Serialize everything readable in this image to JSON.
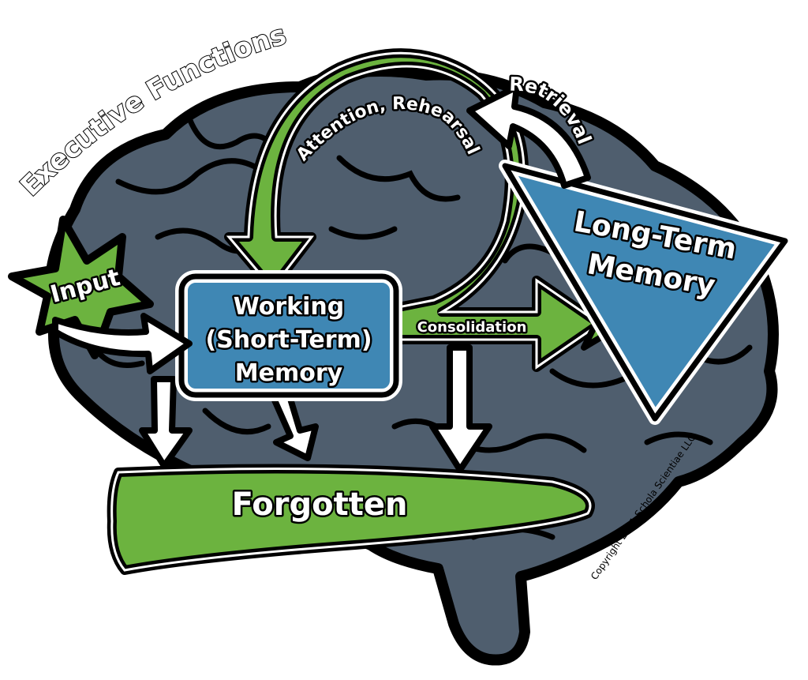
{
  "title": "Executive Functions",
  "labels": {
    "input": "Input",
    "working_line1": "Working",
    "working_line2": "(Short-Term)",
    "working_line3": "Memory",
    "long_term_line1": "Long-Term",
    "long_term_line2": "Memory",
    "attention": "Attention, Rehearsal",
    "consolidation": "Consolidation",
    "retrieval": "Retrieval",
    "forgotten": "Forgotten"
  },
  "copyright": "Copyright 2021 Schola Scientiae LLC",
  "colors": {
    "brain": "#4f5e6e",
    "memory_blue": "#3f87b4",
    "green": "#6cb33f",
    "outline": "#000000"
  }
}
